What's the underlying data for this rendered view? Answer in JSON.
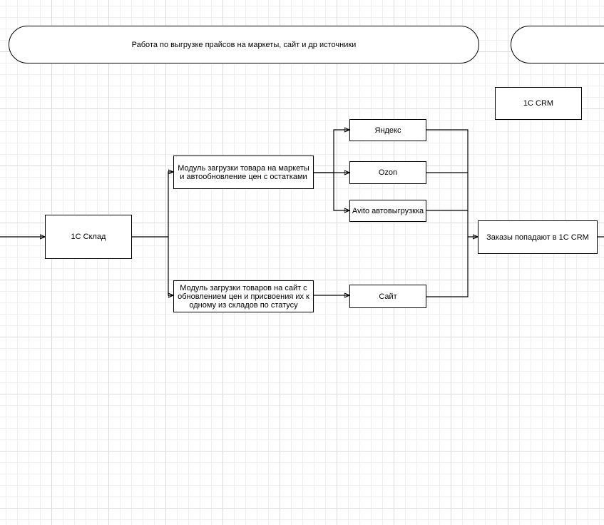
{
  "lane": {
    "title": "Работа по выгрузке прайсов на маркеты, сайт и др источники",
    "next_title": ""
  },
  "nodes": {
    "crm_header": "1С CRM",
    "sklad": "1С Склад",
    "module_markets": "Модуль загрузки товара на маркеты и автообновление цен с остатками",
    "module_site": "Модуль загрузки товаров на сайт с обновлением цен и присвоения их к одному из складов по статусу",
    "yandex": "Яндекс",
    "ozon": "Ozon",
    "avito": "Avito автовыгрузкка",
    "site": "Сайт",
    "orders": "Заказы попадают в 1С CRM"
  },
  "colors": {
    "line": "#000000",
    "box_border": "#000000",
    "grid_major": "#dcdcdc",
    "grid_minor": "#efefef"
  }
}
